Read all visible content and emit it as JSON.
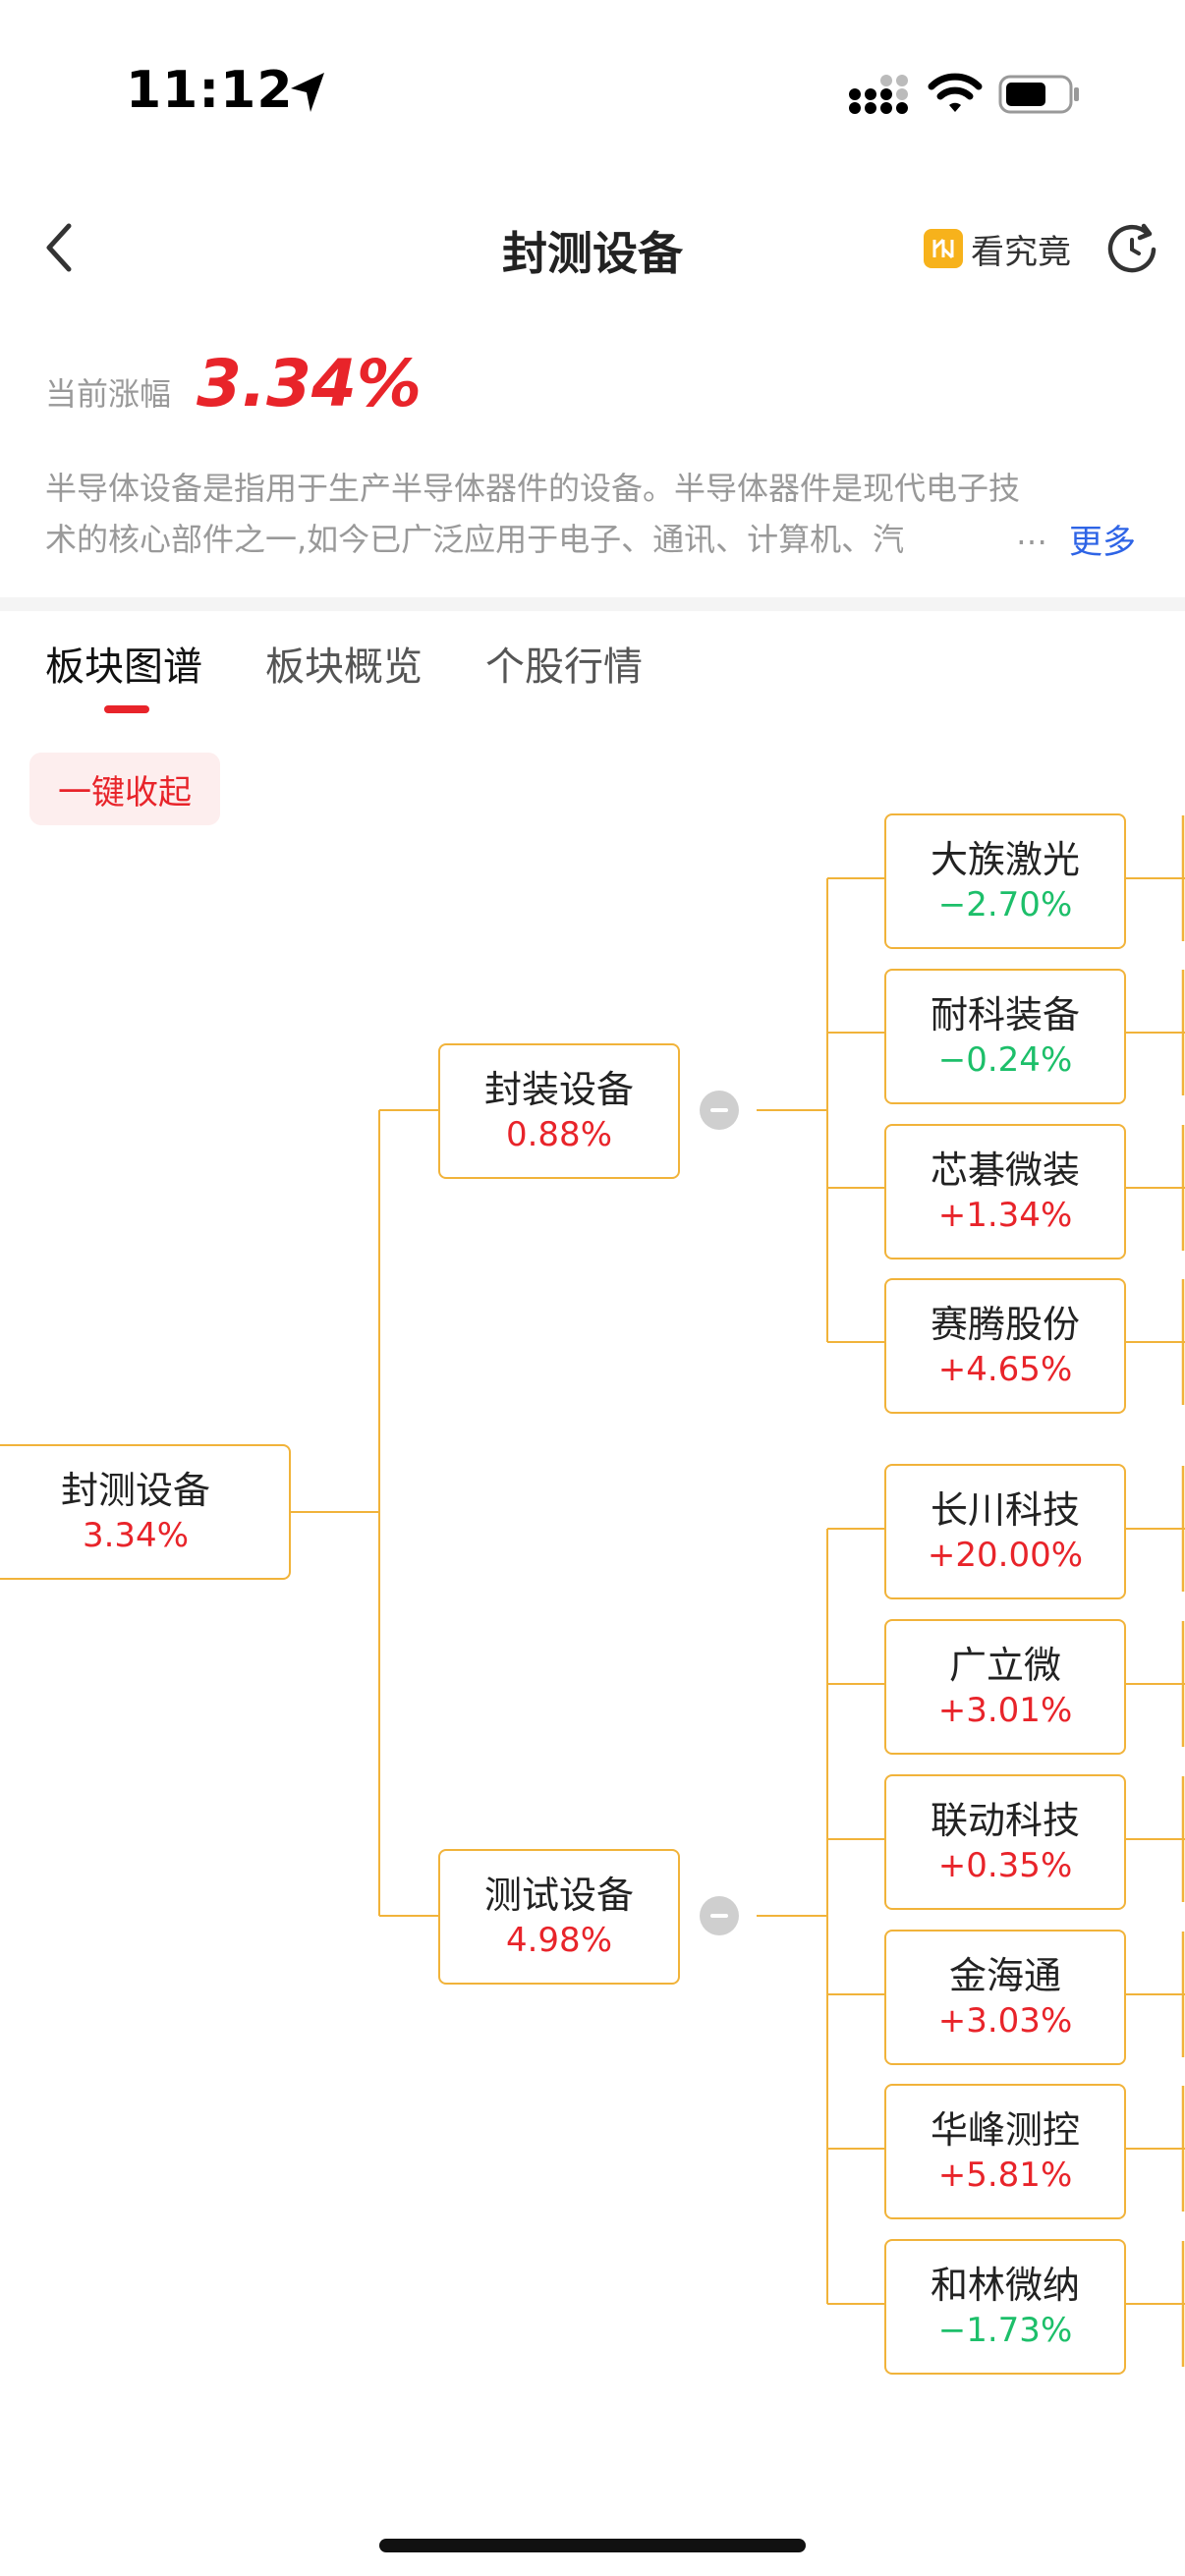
{
  "status": {
    "time": "11:12"
  },
  "header": {
    "title": "封测设备",
    "kanjiujing": "看究竟"
  },
  "summary": {
    "change_label": "当前涨幅",
    "change_value": "3.34%",
    "desc_line1": "半导体设备是指用于生产半导体器件的设备。半导体器件是现代电子技",
    "desc_line2": "术的核心部件之一,如今已广泛应用于电子、通讯、计算机、汽",
    "ellipsis": "…",
    "more": "更多"
  },
  "tabs": [
    {
      "label": "板块图谱"
    },
    {
      "label": "板块概览"
    },
    {
      "label": "个股行情"
    }
  ],
  "collapse_label": "一键收起",
  "tree": {
    "root": {
      "name": "封测设备",
      "pct": "3.34%"
    },
    "branches": [
      {
        "name": "封装设备",
        "pct": "0.88%",
        "stocks": [
          {
            "name": "大族激光",
            "pct": "−2.70%",
            "dir": "down"
          },
          {
            "name": "耐科装备",
            "pct": "−0.24%",
            "dir": "down"
          },
          {
            "name": "芯碁微装",
            "pct": "+1.34%",
            "dir": "up"
          },
          {
            "name": "赛腾股份",
            "pct": "+4.65%",
            "dir": "up"
          }
        ]
      },
      {
        "name": "测试设备",
        "pct": "4.98%",
        "stocks": [
          {
            "name": "长川科技",
            "pct": "+20.00%",
            "dir": "up"
          },
          {
            "name": "广立微",
            "pct": "+3.01%",
            "dir": "up"
          },
          {
            "name": "联动科技",
            "pct": "+0.35%",
            "dir": "up"
          },
          {
            "name": "金海通",
            "pct": "+3.03%",
            "dir": "up"
          },
          {
            "name": "华峰测控",
            "pct": "+5.81%",
            "dir": "up"
          },
          {
            "name": "和林微纳",
            "pct": "−1.73%",
            "dir": "down"
          }
        ]
      }
    ]
  },
  "colors": {
    "accent_red": "#e8242a",
    "up": "#e8242a",
    "down": "#1dbf6a",
    "node_border": "#f1b33a",
    "link_blue": "#2e64e6"
  }
}
